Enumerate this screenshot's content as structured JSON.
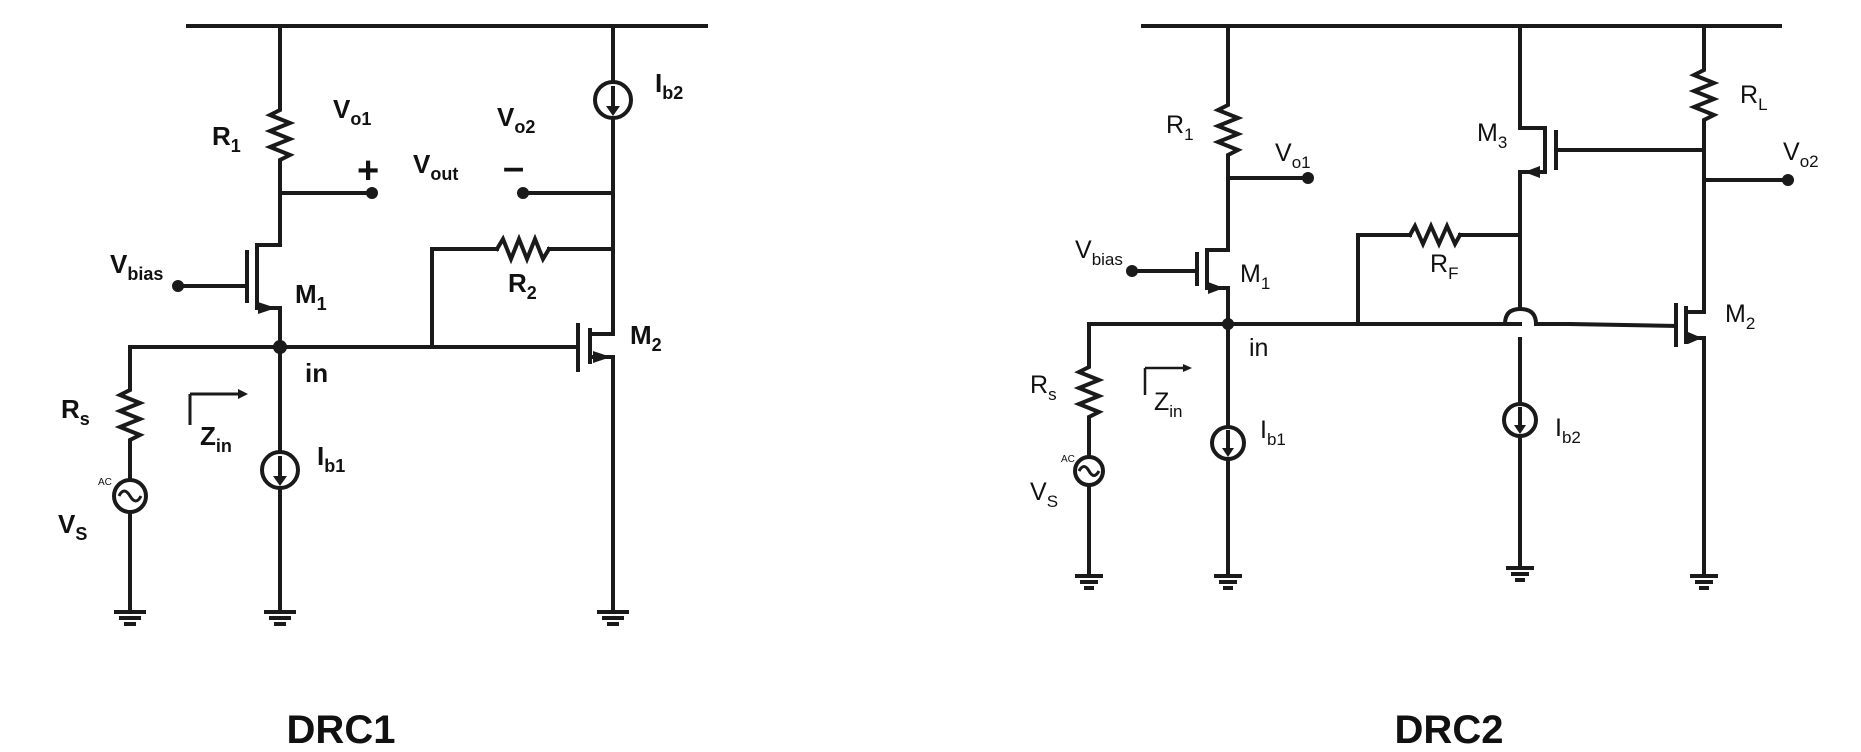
{
  "circuits": {
    "drc1": {
      "title": "DRC1",
      "r1": {
        "main": "R",
        "sub": "1"
      },
      "r2": {
        "main": "R",
        "sub": "2"
      },
      "rs": {
        "main": "R",
        "sub": "s"
      },
      "vo1": {
        "main": "V",
        "sub": "o1"
      },
      "vo2": {
        "main": "V",
        "sub": "o2"
      },
      "vout": {
        "main": "V",
        "sub": "out"
      },
      "vbias": {
        "main": "V",
        "sub": "bias"
      },
      "m1": {
        "main": "M",
        "sub": "1"
      },
      "m2": {
        "main": "M",
        "sub": "2"
      },
      "ib1": {
        "main": "I",
        "sub": "b1"
      },
      "ib2": {
        "main": "I",
        "sub": "b2"
      },
      "zin": {
        "main": "Z",
        "sub": "in"
      },
      "vs": {
        "main": "V",
        "sub": "S"
      },
      "ac": "AC",
      "in": "in",
      "plus": "+",
      "minus": "–"
    },
    "drc2": {
      "title": "DRC2",
      "r1": {
        "main": "R",
        "sub": "1"
      },
      "rf": {
        "main": "R",
        "sub": "F"
      },
      "rl": {
        "main": "R",
        "sub": "L"
      },
      "rs": {
        "main": "R",
        "sub": "s"
      },
      "vo1": {
        "main": "V",
        "sub": "o1"
      },
      "vo2": {
        "main": "V",
        "sub": "o2"
      },
      "vbias": {
        "main": "V",
        "sub": "bias"
      },
      "m1": {
        "main": "M",
        "sub": "1"
      },
      "m2": {
        "main": "M",
        "sub": "2"
      },
      "m3": {
        "main": "M",
        "sub": "3"
      },
      "ib1": {
        "main": "I",
        "sub": "b1"
      },
      "ib2": {
        "main": "I",
        "sub": "b2"
      },
      "zin": {
        "main": "Z",
        "sub": "in"
      },
      "vs": {
        "main": "V",
        "sub": "S"
      },
      "ac": "AC",
      "in": "in"
    }
  }
}
